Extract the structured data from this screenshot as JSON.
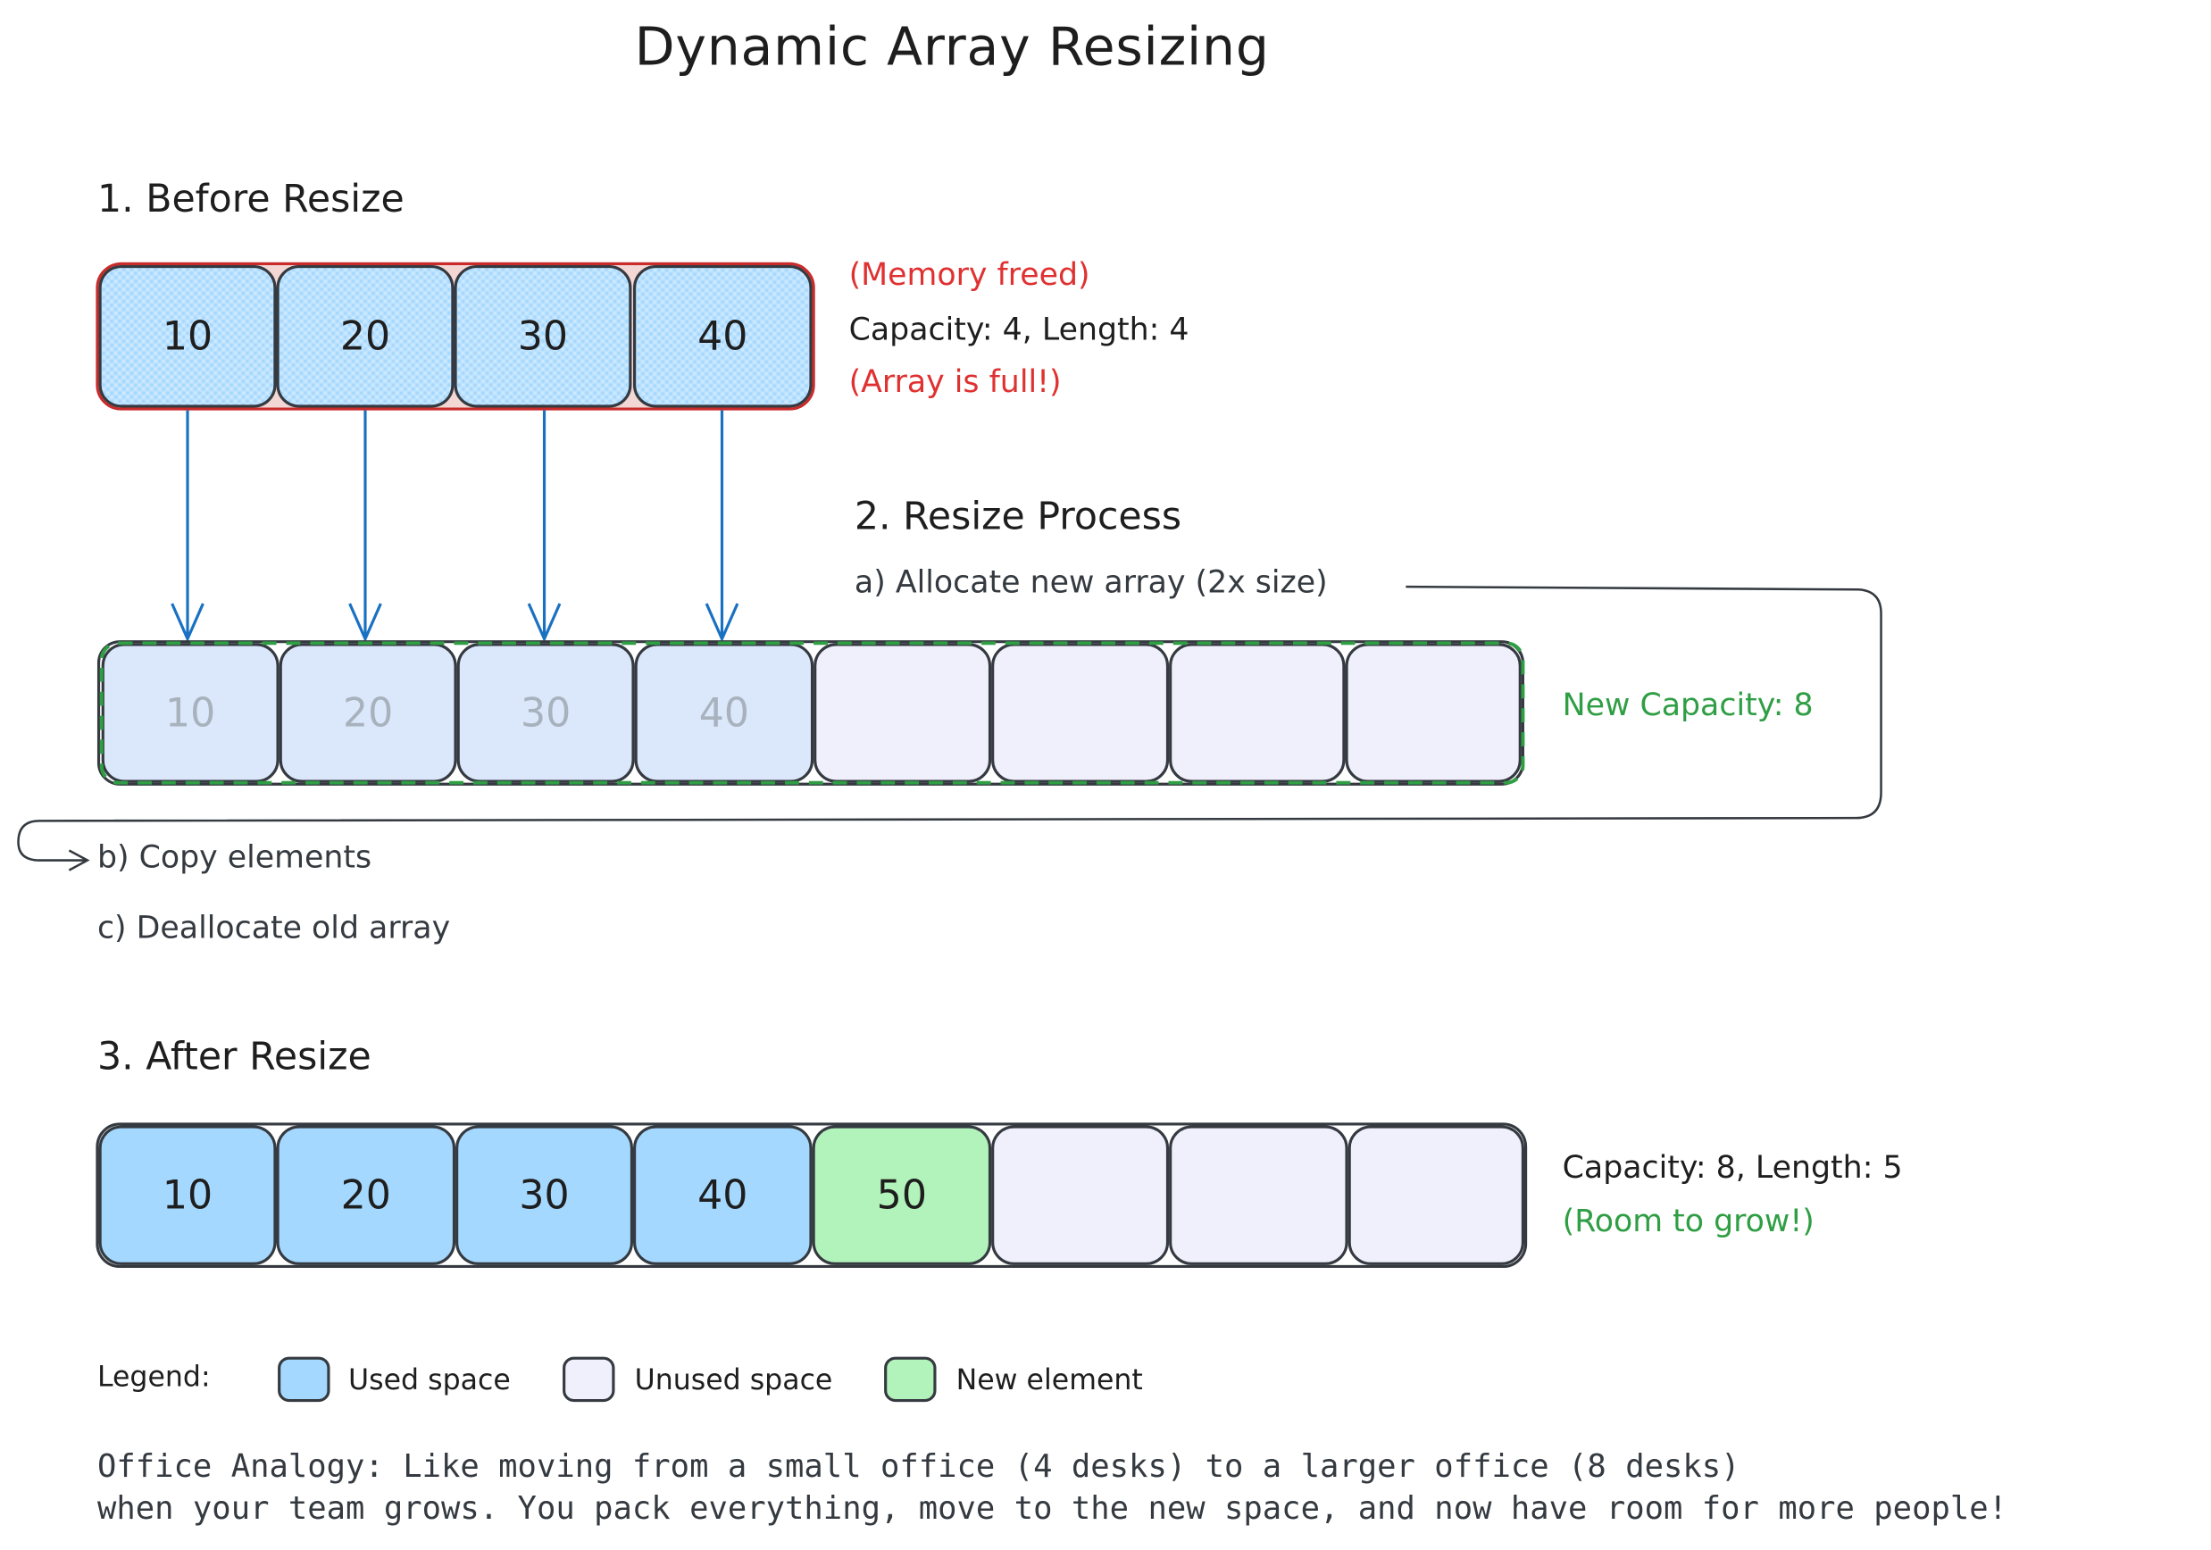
{
  "title": "Dynamic Array Resizing",
  "section1": {
    "heading": "1. Before Resize",
    "values": [
      "10",
      "20",
      "30",
      "40"
    ],
    "memory_note": "(Memory freed)",
    "stats": "Capacity: 4, Length: 4",
    "full_note": "(Array is full!)"
  },
  "section2": {
    "heading": "2. Resize Process",
    "step_a": "a) Allocate new array (2x size)",
    "step_b": "b) Copy elements",
    "step_c": "c) Deallocate old array",
    "copied_values": [
      "10",
      "20",
      "30",
      "40"
    ],
    "new_capacity": "New Capacity: 8"
  },
  "section3": {
    "heading": "3. After Resize",
    "values": [
      "10",
      "20",
      "30",
      "40",
      "50"
    ],
    "stats": "Capacity: 8, Length: 5",
    "grow_note": "(Room to grow!)"
  },
  "legend": {
    "label": "Legend:",
    "items": [
      {
        "label": "Used space",
        "color": "#a5d8ff"
      },
      {
        "label": "Unused space",
        "color": "#f0f0fc"
      },
      {
        "label": "New element",
        "color": "#b2f2bb"
      }
    ]
  },
  "analogy": {
    "line1": "Office Analogy: Like moving from a small office (4 desks) to a larger office (8 desks)",
    "line2": "when your team grows. You pack everything, move to the new space, and now have room for more people!"
  },
  "colors": {
    "arrow": "#1971c2",
    "old_array_border": "#e03131",
    "new_array_dashed": "#2f9e44"
  }
}
